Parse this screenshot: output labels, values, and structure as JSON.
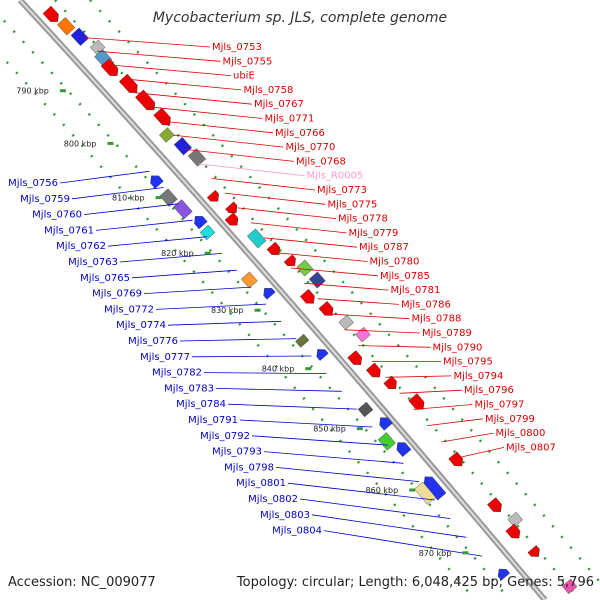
{
  "title": "Mycobacterium sp. JLS, complete genome",
  "accession": "Accession: NC_009077",
  "topology": "Topology: circular; Length: 6,048,425 bp; Genes: 5,796",
  "colors": {
    "forward_label": "#dd0000",
    "reverse_label": "#0000cc",
    "rna_label": "#ff99cc",
    "backbone": "#999999",
    "dots": "#339933"
  },
  "kbp_labels": [
    "790 kbp",
    "800 kbp",
    "810 kbp",
    "820 kbp",
    "830 kbp",
    "840 kbp",
    "850 kbp",
    "860 kbp",
    "870 kbp"
  ],
  "forward_labels": [
    "Mjls_0753",
    "Mjls_0755",
    "ubiE",
    "Mjls_0758",
    "Mjls_0767",
    "Mjls_0771",
    "Mjls_0766",
    "Mjls_0770",
    "Mjls_0768",
    "Mjls_R0005",
    "Mjls_0773",
    "Mjls_0775",
    "Mjls_0778",
    "Mjls_0779",
    "Mjls_0787",
    "Mjls_0780",
    "Mjls_0785",
    "Mjls_0781",
    "Mjls_0786",
    "Mjls_0788",
    "Mjls_0789",
    "Mjls_0790",
    "Mjls_0795",
    "Mjls_0794",
    "Mjls_0796",
    "Mjls_0797",
    "Mjls_0799",
    "Mjls_0800",
    "Mjls_0807"
  ],
  "reverse_labels": [
    "Mjls_0756",
    "Mjls_0759",
    "Mjls_0760",
    "Mjls_0761",
    "Mjls_0762",
    "Mjls_0763",
    "Mjls_0765",
    "Mjls_0769",
    "Mjls_0772",
    "Mjls_0774",
    "Mjls_0776",
    "Mjls_0777",
    "Mjls_0782",
    "Mjls_0783",
    "Mjls_0784",
    "Mjls_0791",
    "Mjls_0792",
    "Mjls_0793",
    "Mjls_0798",
    "Mjls_0801",
    "Mjls_0802",
    "Mjls_0803",
    "Mjls_0804"
  ]
}
